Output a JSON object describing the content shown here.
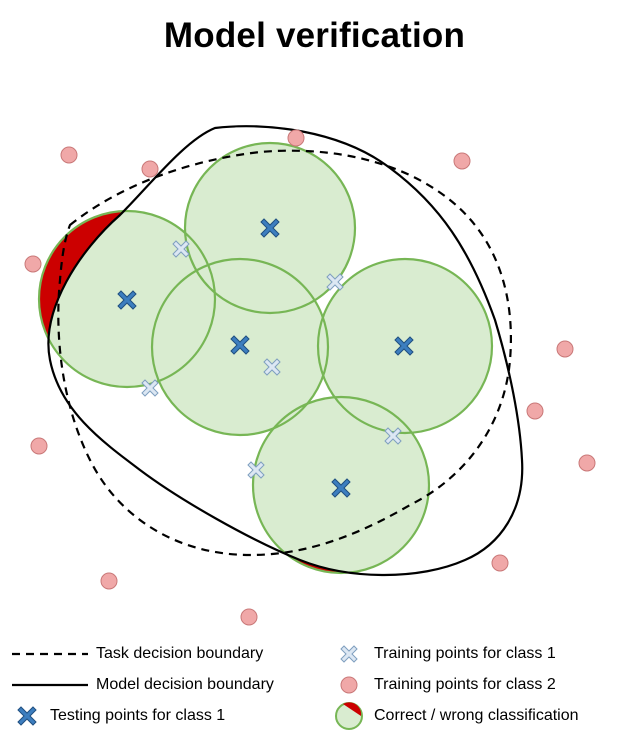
{
  "title": "Model verification",
  "colors": {
    "region_fill": "#d9ecd0",
    "region_stroke": "#77b655",
    "wrong_fill": "#cc0000",
    "testing_point": "#3d7ebf",
    "training_point_class1": "#dce7f3",
    "training_point_class2": "#f0a8a8",
    "boundary": "#000000"
  },
  "icons": {
    "testing_point": "x-cross-dark-blue",
    "training_point_class1": "x-cross-light-blue",
    "training_point_class2": "pink-circle",
    "classification": "green-circle-with-red-segment"
  },
  "legend": {
    "task_boundary": "Task decision boundary",
    "model_boundary": "Model decision boundary",
    "testing_class1": "Testing points for class 1",
    "training_class1": "Training points for class 1",
    "training_class2": "Training points for class 2",
    "classification": "Correct / wrong classification"
  }
}
